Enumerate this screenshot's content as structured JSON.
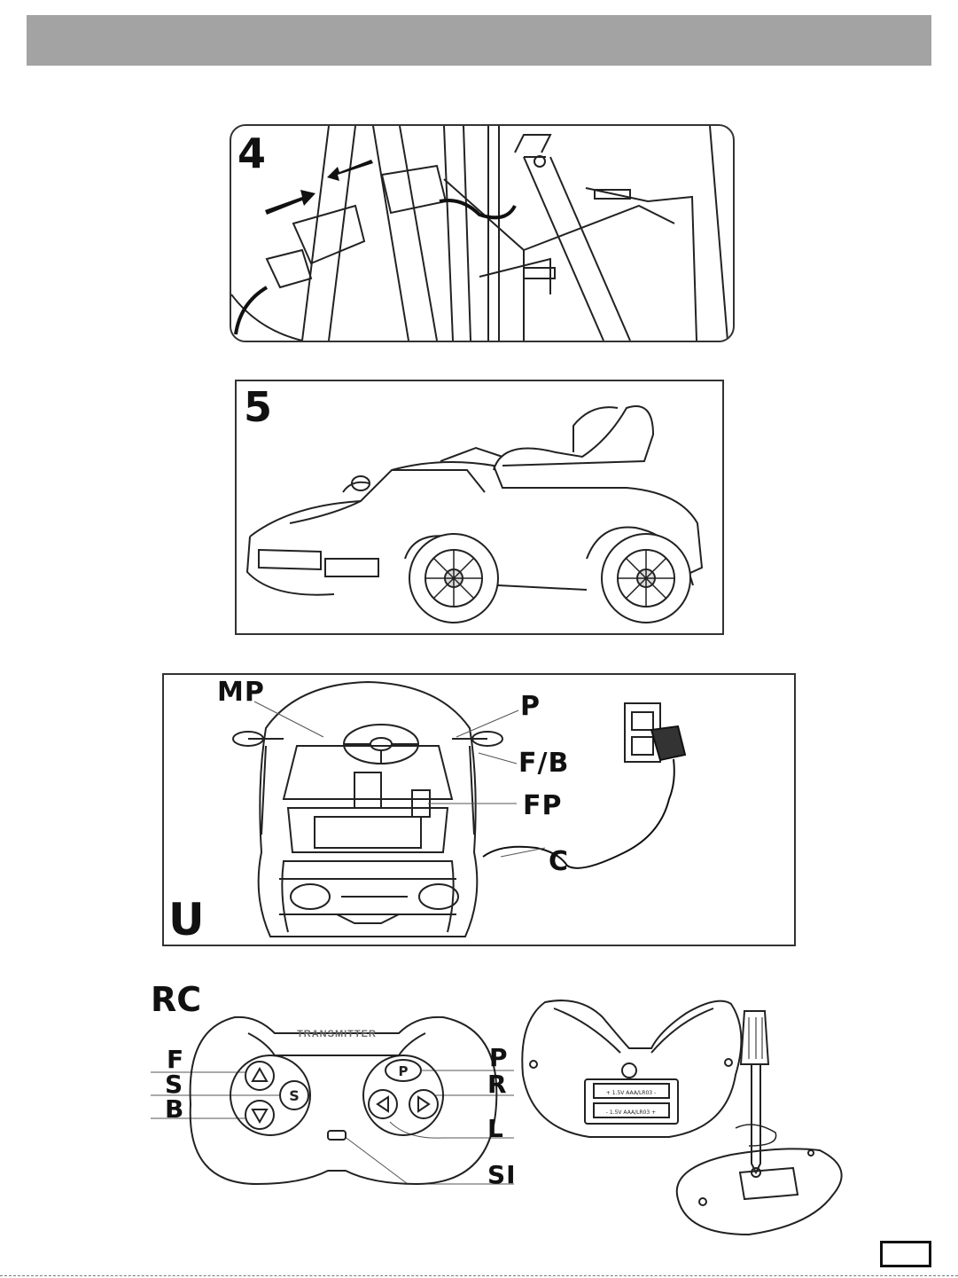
{
  "steps": {
    "step4": "4",
    "step5": "5",
    "stepU": "U",
    "stepRC": "RC"
  },
  "callouts_u": {
    "mp": "MP",
    "p": "P",
    "fb": "F/B",
    "fp": "FP",
    "c": "C"
  },
  "callouts_rc": {
    "f": "F",
    "s": "S",
    "b": "B",
    "p": "P",
    "r": "R",
    "l": "L",
    "si": "SI"
  },
  "remote": {
    "brand": "TRANSMITTER",
    "button_p": "P",
    "button_s": "S"
  },
  "battery": {
    "label1": "+ 1.5V AAA/LR03 -",
    "label2": "- 1.5V AAA/LR03 +"
  }
}
